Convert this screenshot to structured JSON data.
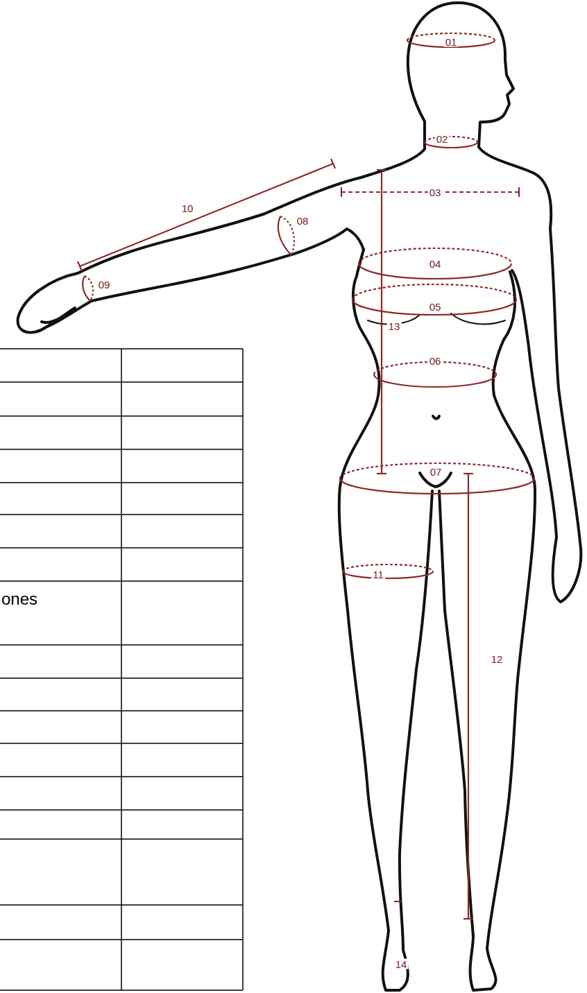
{
  "diagram": {
    "labels": [
      "01",
      "02",
      "03",
      "04",
      "05",
      "06",
      "07",
      "08",
      "09",
      "10",
      "11",
      "12",
      "13",
      "14",
      "ones"
    ]
  }
}
